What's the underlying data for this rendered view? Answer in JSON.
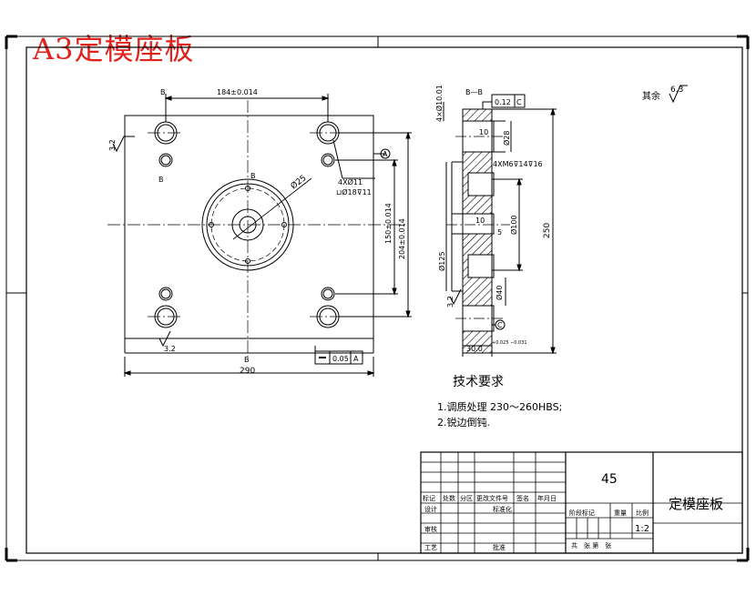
{
  "sheet_title": "A3定模座板",
  "front_view": {
    "section_b": "B",
    "dim_top": "184±0.014",
    "dim_bottom": "290",
    "dim_150": "150±0.014",
    "dim_204": "204±0.014",
    "hole_note_1": "4XØ11",
    "hole_note_2": "⊔Ø18⊽11",
    "diameter_center": "Ø25",
    "rough_left": "3.2",
    "rough_bottom": "3.2",
    "datum_a": "A",
    "flatness_value": "0.05",
    "flatness_datum": "A"
  },
  "section_view": {
    "title": "B—B",
    "tol_value": "0.12",
    "tol_datum": "C",
    "dim_top_holes": "4×Ø10.01",
    "dim_28": "Ø28",
    "dim_10a": "10",
    "thread_note": "4XM6⊽14⊽16",
    "dim_10b": "10",
    "dim_5": "5",
    "dim_100": "Ø100",
    "dim_125": "Ø125",
    "dim_40": "Ø40",
    "dim_250": "250",
    "dim_30": "30.0",
    "dim_30_tol": "+0.025 −0.031",
    "rough": "3.2",
    "datum_c": "C"
  },
  "surface_finish": {
    "label": "其余",
    "value": "6.3"
  },
  "tech_requirements": {
    "heading": "技术要求",
    "items": [
      "1.调质处理 230～260HBS;",
      "2.锐边倒钝."
    ]
  },
  "title_block": {
    "material": "45",
    "part_name": "定模座板",
    "scale": "1:2",
    "labels": {
      "mark": "标记",
      "count": "处数",
      "zone": "分区",
      "doc_no": "更改文件号",
      "sign": "签名",
      "date": "年月日",
      "design": "设计",
      "standardize": "标准化",
      "stage_mark": "阶段标记",
      "weight": "重量",
      "ratio": "比例",
      "review": "审核",
      "process": "工艺",
      "approve": "批准",
      "sheets": "共　张 第　张"
    }
  }
}
